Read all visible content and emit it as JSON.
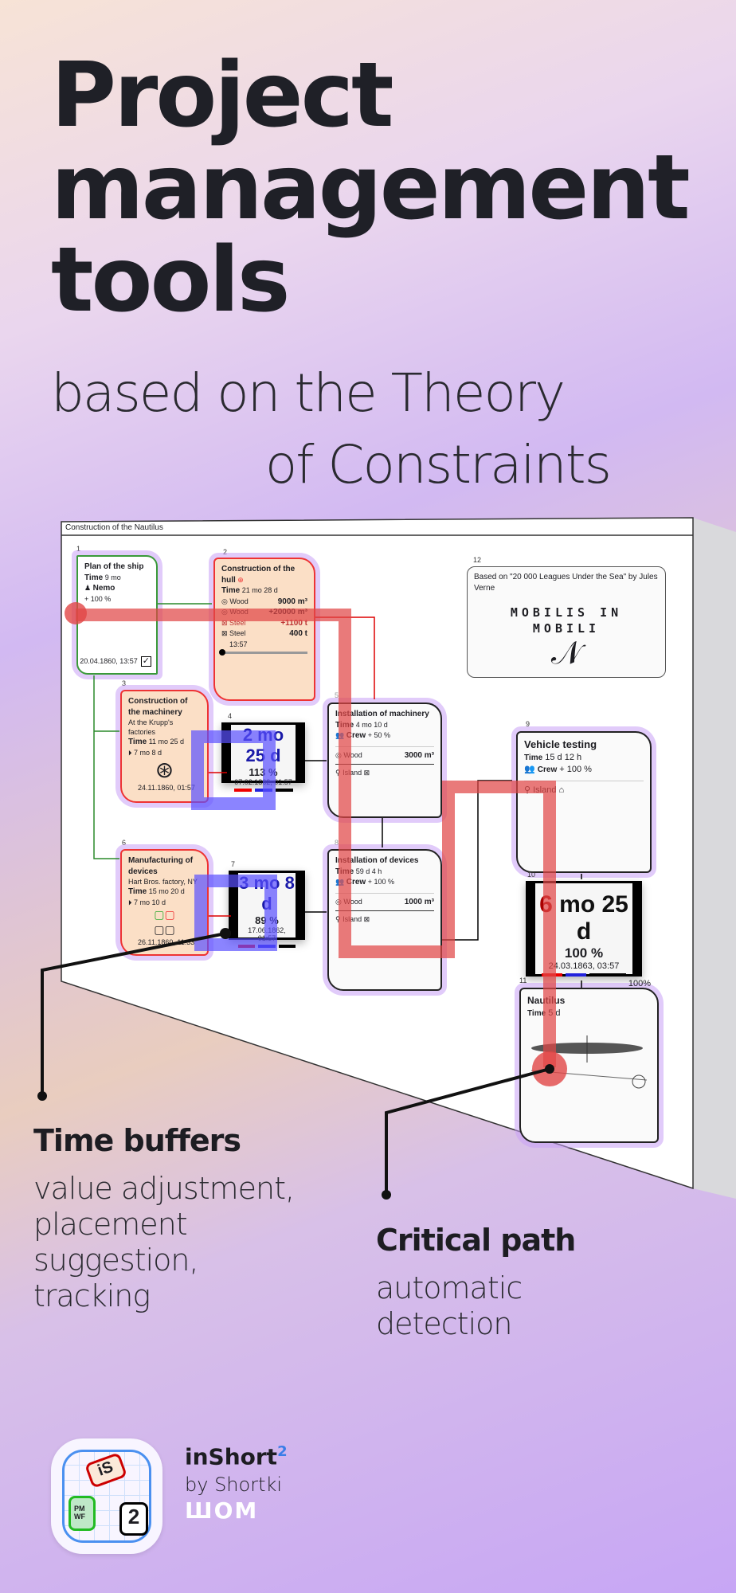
{
  "headline": {
    "line1": "Project",
    "line2": "management",
    "line3": "tools",
    "sub1": "based on the Theory",
    "sub2": "of Constraints"
  },
  "board": {
    "title": "Construction of the Nautilus",
    "nodes": [
      {
        "n": "1",
        "title": "Plan of the ship",
        "time_label": "Time",
        "time": "9 mo",
        "person": "Nemo",
        "alloc": "+ 100 %",
        "date": "20.04.1860, 13:57"
      },
      {
        "n": "2",
        "title": "Construction of the hull",
        "time_label": "Time",
        "time": "21 mo 28 d",
        "res": [
          {
            "name": "Wood",
            "val": "9000 m³"
          },
          {
            "name": "Wood",
            "val": "+20000 m³"
          },
          {
            "name": "Steel",
            "val": "+1100 t"
          },
          {
            "name": "Steel",
            "val": "400 t"
          }
        ],
        "clock": "13:57"
      },
      {
        "n": "3",
        "title": "Construction of the machinery",
        "place": "At the Krupp's factories",
        "time_label": "Time",
        "time": "11 mo 25 d",
        "lead": "7 mo 8 d",
        "date": "24.11.1860, 01:57"
      },
      {
        "n": "4",
        "big": "2 mo 25 d",
        "pct": "113 %",
        "date": "07.02.1862, 01:57"
      },
      {
        "n": "5",
        "title": "Installation of machinery",
        "time_label": "Time",
        "time": "4 mo 10 d",
        "crew": "Crew",
        "alloc": "+ 50 %",
        "res": "Wood",
        "val": "3000 m³",
        "loc": "Island"
      },
      {
        "n": "6",
        "title": "Manufacturing of devices",
        "place": "Hart Bros. factory, NY",
        "time_label": "Time",
        "time": "15 mo 20 d",
        "lead": "7 mo 10 d",
        "date": "26.11.1860, 11:33"
      },
      {
        "n": "7",
        "big": "3 mo 8 d",
        "pct": "89 %",
        "date": "17.06.1862, 01:57"
      },
      {
        "n": "8",
        "title": "Installation of devices",
        "time_label": "Time",
        "time": "59 d 4 h",
        "crew": "Crew",
        "alloc": "+ 100 %",
        "res": "Wood",
        "val": "1000 m³",
        "loc": "Island"
      },
      {
        "n": "9",
        "title": "Vehicle testing",
        "time_label": "Time",
        "time": "15 d 12 h",
        "crew": "Crew",
        "alloc": "+ 100 %",
        "loc": "Island"
      },
      {
        "n": "10",
        "big_red": "6",
        "big": "mo 25 d",
        "pct": "100 %",
        "date": "24.03.1863, 03:57"
      },
      {
        "n": "11",
        "title": "Nautilus",
        "time_label": "Time",
        "time": "5 d",
        "pct": "100%"
      },
      {
        "n": "12",
        "note": "Based on \"20 000 Leagues Under the Sea\" by Jules Verne",
        "motto": "MOBILIS IN MOBILI"
      }
    ]
  },
  "callouts": {
    "buffers_title": "Time buffers",
    "buffers_desc": [
      "value adjustment,",
      "placement",
      "suggestion,",
      "tracking"
    ],
    "critical_title": "Critical path",
    "critical_desc": [
      "automatic",
      "detection"
    ]
  },
  "brand": {
    "name": "inShort",
    "sup": "2",
    "by": "by Shortki",
    "mark": "ШОМ",
    "logo_is": "iS",
    "logo_2": "2",
    "logo_pm": "PM WF"
  },
  "colors": {
    "critical": "#e85a5a",
    "buffer": "#6a5cff",
    "link": "#2a8a2a"
  }
}
